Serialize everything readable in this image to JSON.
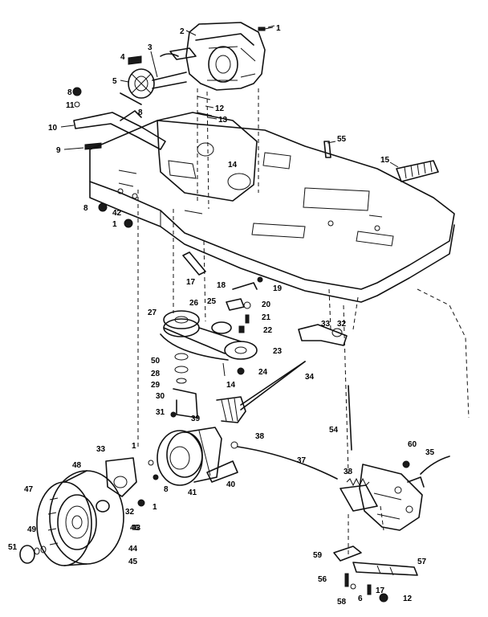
{
  "callouts": {
    "c1_top": "1",
    "c2": "2",
    "c3": "3",
    "c4": "4",
    "c5": "5",
    "c8_a": "8",
    "c11": "11",
    "c8_b": "8",
    "c10": "10",
    "c12_top": "12",
    "c13": "13",
    "c9": "9",
    "c14_a": "14",
    "c55": "55",
    "c15": "15",
    "c8_c": "8",
    "c42": "42",
    "c1_left": "1",
    "c17_belt": "17",
    "c18": "18",
    "c19": "19",
    "c20": "20",
    "c21": "21",
    "c22": "22",
    "c23": "23",
    "c24": "24",
    "c14_b": "14",
    "c25": "25",
    "c26": "26",
    "c27": "27",
    "c33_top": "33",
    "c32_top": "32",
    "c34": "34",
    "c50": "50",
    "c28": "28",
    "c29": "29",
    "c30": "30",
    "c31": "31",
    "c39": "39",
    "c38_a": "38",
    "c54": "54",
    "c37": "37",
    "c60": "60",
    "c35": "35",
    "c38_b": "38",
    "c1_mid": "1",
    "c33_low": "33",
    "c48": "48",
    "c47": "47",
    "c8_d": "8",
    "c41": "41",
    "c40": "40",
    "c32_low": "32",
    "c1_low": "1",
    "c46": "46",
    "c43": "43",
    "c44": "44",
    "c45": "45",
    "c49": "49",
    "c51": "51",
    "c59": "59",
    "c57": "57",
    "c17_low": "17",
    "c56": "56",
    "c58": "58",
    "c6": "6",
    "c12_low": "12"
  }
}
